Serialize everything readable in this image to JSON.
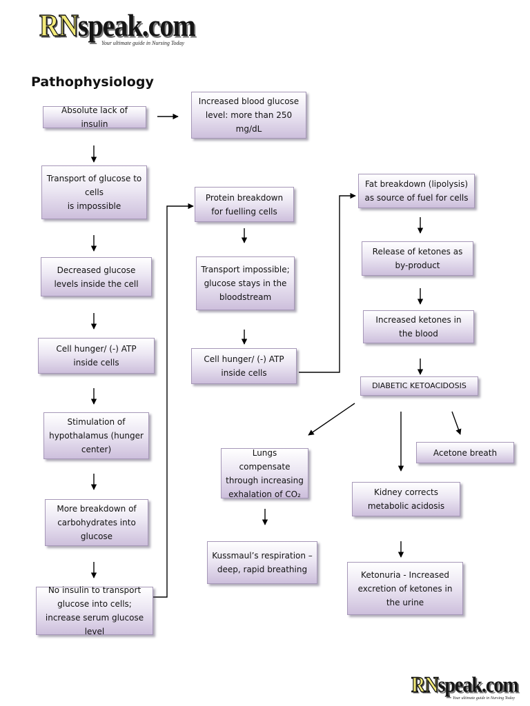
{
  "header": {
    "logo_rn": "RN",
    "logo_speak": "speak.com",
    "tagline": "Your ultimate guide in Nursing Today"
  },
  "title": "Pathophysiology",
  "nodes": {
    "absolute_lack": "Absolute lack of insulin",
    "increased_blood_glucose": "Increased blood glucose level: more than 250 mg/dL",
    "transport_impossible": "Transport of glucose to cells\nis impossible",
    "decreased_glucose": "Decreased glucose levels inside the cell",
    "cell_hunger_1": "Cell hunger/ (-) ATP inside cells",
    "stimulation_hypothalamus": "Stimulation of hypothalamus (hunger center)",
    "more_breakdown": "More breakdown of carbohydrates into glucose",
    "no_insulin": "No insulin to transport glucose into cells; increase serum glucose level",
    "protein_breakdown": "Protein breakdown for fuelling cells",
    "transport_impossible_2": "Transport impossible; glucose stays in the bloodstream",
    "cell_hunger_2": "Cell hunger/ (-) ATP inside cells",
    "fat_breakdown": "Fat breakdown (lipolysis) as source of fuel for cells",
    "release_ketones": "Release of ketones as by-product",
    "increased_ketones": "Increased ketones in the blood",
    "dka": "DIABETIC KETOACIDOSIS",
    "lungs_compensate": "Lungs compensate through increasing exhalation of CO₂",
    "acetone_breath": "Acetone breath",
    "kidney_corrects": "Kidney corrects metabolic acidosis",
    "kussmaul": "Kussmaul’s respiration – deep, rapid breathing",
    "ketonuria": "Ketonuria - Increased excretion of ketones in the urine"
  },
  "footer": {
    "logo_rn": "RN",
    "logo_speak": "speak.com",
    "tagline": "Your ultimate guide in Nursing Today"
  }
}
